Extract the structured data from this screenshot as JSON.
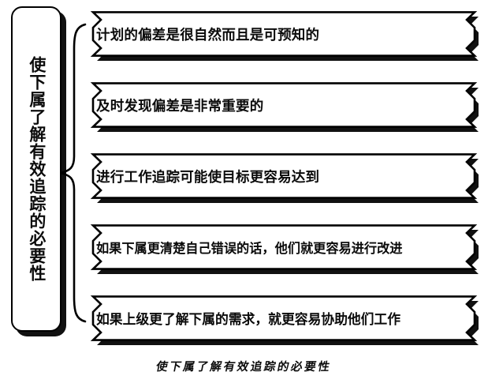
{
  "diagram": {
    "vertical_title": "使下属了解有效追踪的必要性",
    "caption": "使下属了解有效追踪的必要性",
    "connector": "curly-brace",
    "colors": {
      "ink": "#0b0b0b",
      "outline": "#000000",
      "shadow": "#111111",
      "background": "#ffffff"
    },
    "items": [
      {
        "label": "计划的偏差是很自然而且是可预知的"
      },
      {
        "label": "及时发现偏差是非常重要的"
      },
      {
        "label": "进行工作追踪可能使目标更容易达到"
      },
      {
        "label": "如果下属更清楚自己错误的话，他们就更容易进行改进"
      },
      {
        "label": "如果上级更了解下属的需求，就更容易协助他们工作"
      }
    ]
  }
}
